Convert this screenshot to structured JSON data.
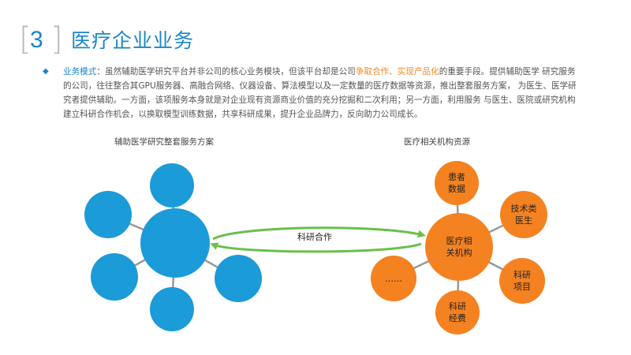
{
  "header": {
    "number": "3",
    "title": "医疗企业业务"
  },
  "paragraph": {
    "bullet_icon": "diamond-bullet-icon",
    "keyword": "业务模式",
    "text_1": "：虽然辅助医学研究平台并非公司的核心业务模块，但该平台却是公司",
    "highlight": "争取合作、实现产品化",
    "text_2": "的重要手段。提供辅助医学 研究服务的公司，往往整合其GPU服务器、高融合网络、仪器设备、算法模型以及一定数量的医疗数据等资源，推出整套服务方案，  为医生、医学研究者提供辅助。一方面，该项服务本身就是对企业现有资源商业价值的充分挖掘和二次利用；另一方面，利用服务 与医生、医院或研究机构建立科研合作机会，以换取模型训练数据，共享科研成果，提升企业品牌力，反向助力公司成长。"
  },
  "diagram": {
    "left_title": "辅助医学研究整套服务方案",
    "right_title": "医疗相关机构资源",
    "link_label": "科研合作",
    "center_right": "医疗相\n关机构",
    "right_nodes": {
      "patient_data": "患者\n数据",
      "tech_doctors": "技术类\n医生",
      "research_projects": "科研\n项目",
      "research_funds": "科研\n经费",
      "more": "……"
    },
    "colors": {
      "blue": "#1b9bd7",
      "orange": "#f58220",
      "green": "#6abf4b",
      "line": "#999999",
      "accent": "#1a86c8"
    }
  }
}
